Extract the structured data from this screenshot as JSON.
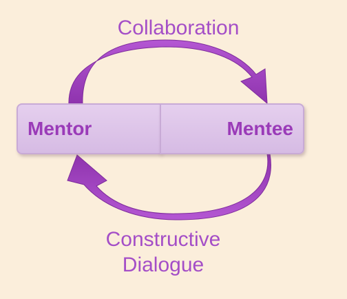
{
  "diagram": {
    "top_label": "Collaboration",
    "bottom_label_line1": "Constructive",
    "bottom_label_line2": "Dialogue",
    "left_box_label": "Mentor",
    "right_box_label": "Mentee"
  },
  "colors": {
    "background": "#fbeedb",
    "accent_purple": "#a44ec7",
    "arrow_purple": "#9a3bb8",
    "box_fill": "#dcc3e8"
  }
}
